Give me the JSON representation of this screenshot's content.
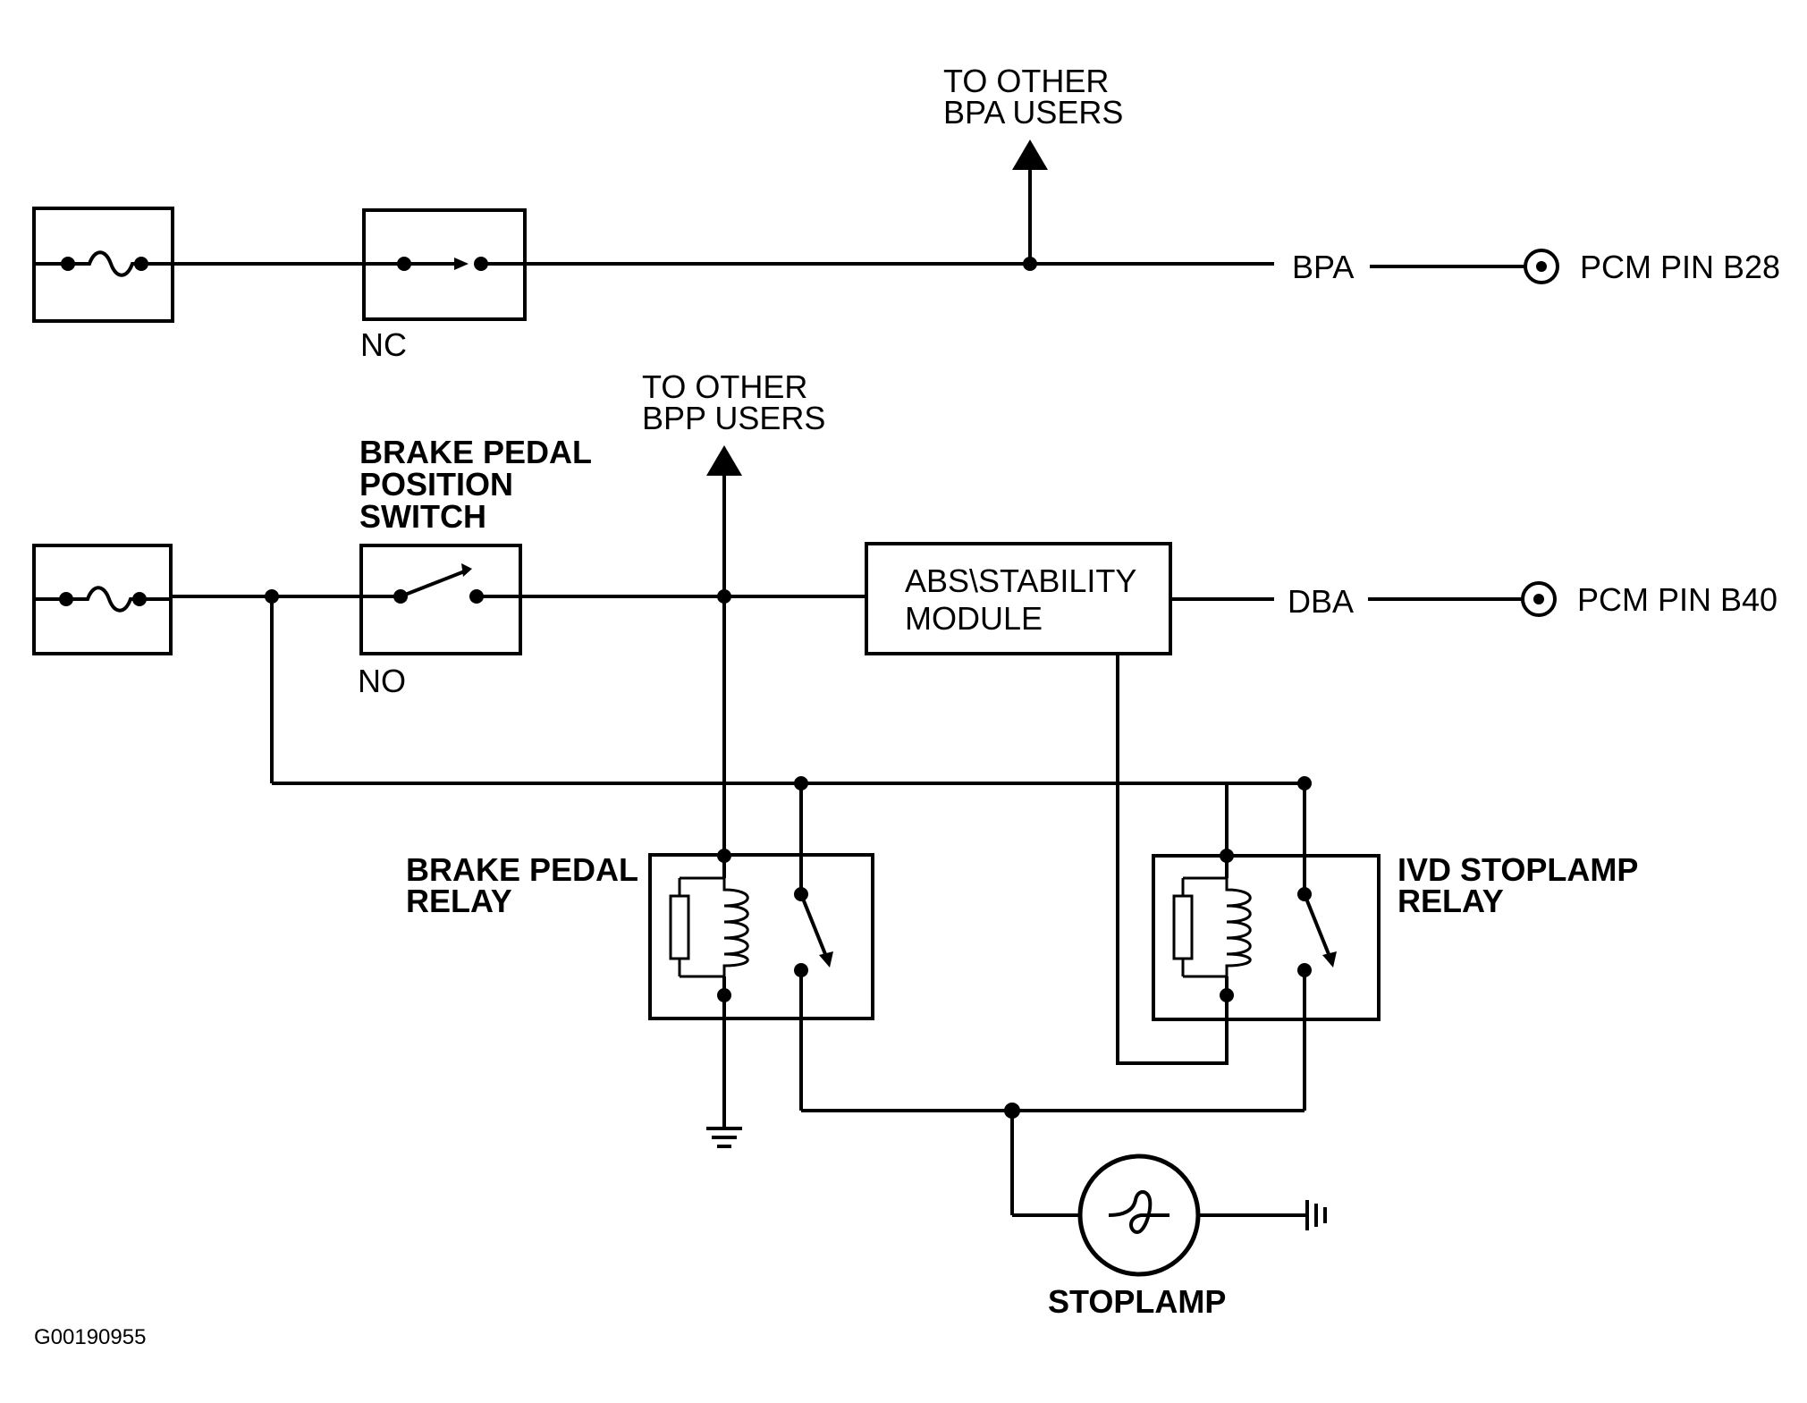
{
  "labels": {
    "to_other_bpa_line1": "TO OTHER",
    "to_other_bpa_line2": "BPA USERS",
    "bpa": "BPA",
    "pcm_pin_b28": "PCM PIN B28",
    "nc": "NC",
    "to_other_bpp_line1": "TO OTHER",
    "to_other_bpp_line2": "BPP USERS",
    "bpp_switch_line1": "BRAKE PEDAL",
    "bpp_switch_line2": "POSITION",
    "bpp_switch_line3": "SWITCH",
    "abs_line1": "ABS\\STABILITY",
    "abs_line2": "MODULE",
    "dba": "DBA",
    "pcm_pin_b40": "PCM PIN B40",
    "no": "NO",
    "brake_relay_line1": "BRAKE PEDAL",
    "brake_relay_line2": "RELAY",
    "ivd_relay_line1": "IVD STOPLAMP",
    "ivd_relay_line2": "RELAY",
    "stoplamp": "STOPLAMP",
    "figure_code": "G00190955"
  }
}
